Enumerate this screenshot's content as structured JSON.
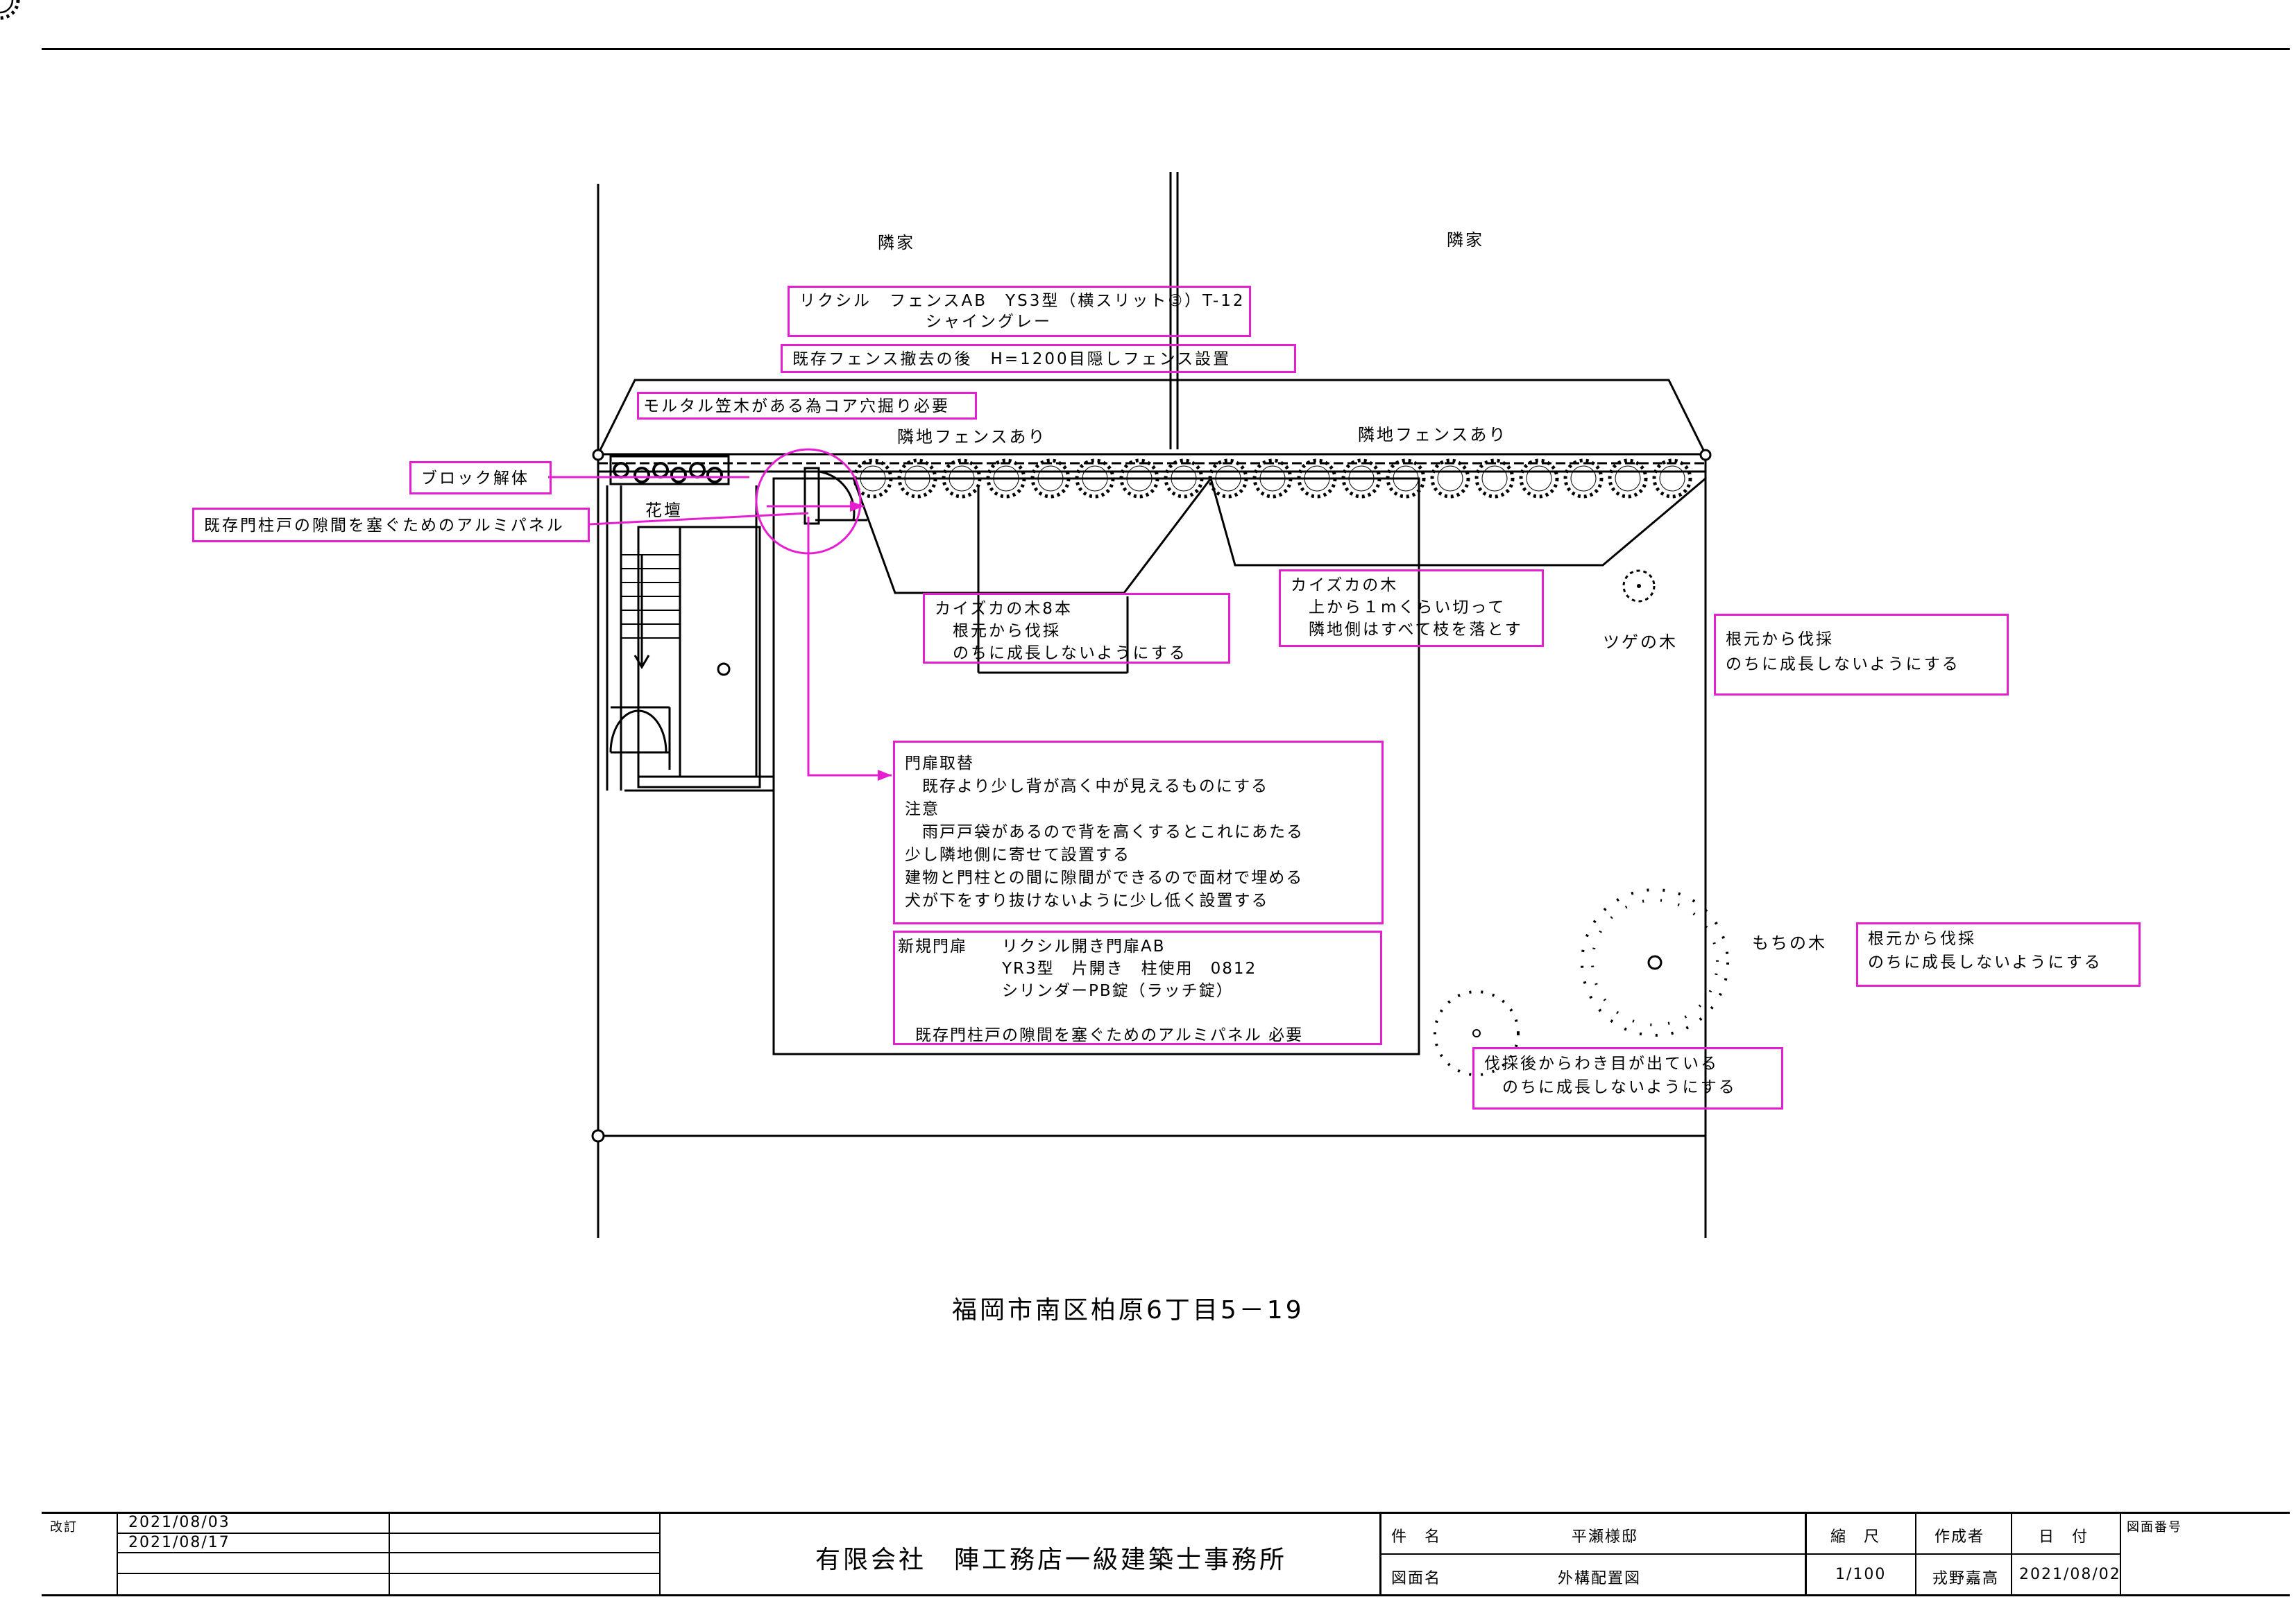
{
  "labels": {
    "neighbor_house_left": "隣家",
    "neighbor_house_right": "隣家",
    "neighbor_fence_left": "隣地フェンスあり",
    "neighbor_fence_right": "隣地フェンスあり",
    "flower_bed": "花壇",
    "tsuge_tree": "ツゲの木",
    "mochi_tree": "もちの木",
    "address": "福岡市南区柏原6丁目5－19"
  },
  "notes": {
    "fence_product": "リクシル　フェンスAB　YS3型（横スリット③）T-12\n　　　　　　　シャイングレー",
    "fence_install": "既存フェンス撤去の後　H=1200目隠しフェンス設置",
    "core_drill": "モルタル笠木がある為コア穴掘り必要",
    "block_removal": "ブロック解体",
    "alum_panel": "既存門柱戸の隙間を塞ぐためのアルミパネル",
    "kaizuka_8": "カイズカの木8本\n　根元から伐採\n　のちに成長しないようにする",
    "kaizuka_trim": "カイズカの木\n　上から１mくらい切って\n　隣地側はすべて枝を落とす",
    "tsuge_cut": "根元から伐採\nのちに成長しないようにする",
    "gate_replace": "門扉取替\n　既存より少し背が高く中が見えるものにする\n注意\n　雨戸戸袋があるので背を高くするとこれにあたる\n少し隣地側に寄せて設置する\n建物と門柱との間に隙間ができるので面材で埋める\n犬が下をすり抜けないように少し低く設置する",
    "new_gate": "新規門扉　　リクシル開き門扉AB\n　　　　　　YR3型　片開き　柱使用　0812\n　　　　　　シリンダーPB錠（ラッチ錠）\n\n　既存門柱戸の隙間を塞ぐためのアルミパネル 必要",
    "mochi_cut": "根元から伐採\nのちに成長しないようにする",
    "sprout_note": "伐採後からわき目が出ている\n　のちに成長しないようにする"
  },
  "title_block": {
    "revision_label": "改訂",
    "rev_date_1": "2021/08/03",
    "rev_date_2": "2021/08/17",
    "company": "有限会社　陣工務店一級建築士事務所",
    "project_label": "件　名",
    "project_name": "平瀬様邸",
    "drawing_label": "図面名",
    "drawing_name": "外構配置図",
    "scale_label": "縮　尺",
    "scale": "1/100",
    "author_label": "作成者",
    "author": "戎野嘉高",
    "date_label": "日　付",
    "date": "2021/08/02",
    "drawing_no_label": "図面番号"
  }
}
